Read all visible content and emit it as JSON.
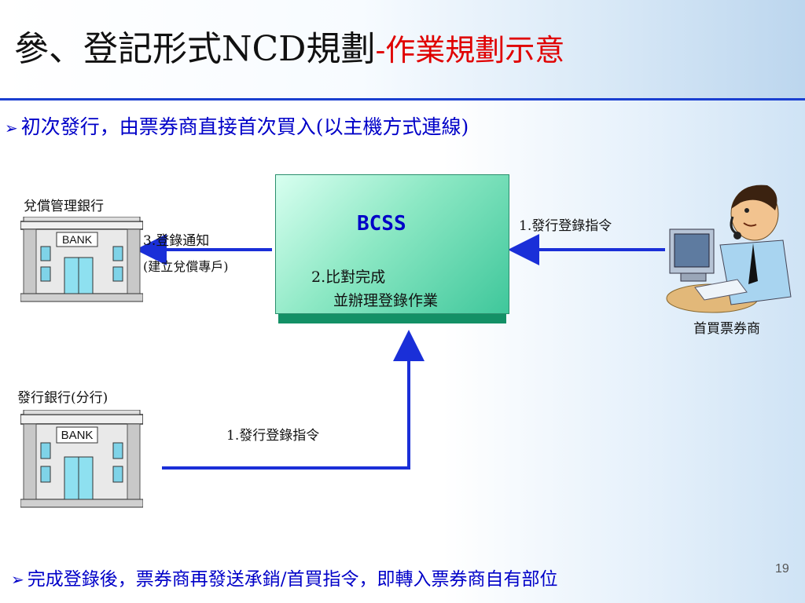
{
  "slide": {
    "title_main": "參、登記形式NCD規劃",
    "title_sub": "-作業規劃示意",
    "bullet_mark": "➢",
    "bullet": "初次發行，由票券商直接首次買入(以主機方式連線)",
    "footer": "完成登錄後，票券商再發送承銷/首買指令，即轉入票券商自有部位",
    "page_number": "19"
  },
  "nodes": {
    "redeem_bank": "兌償管理銀行",
    "issuing_bank": "發行銀行(分行)",
    "bcss": "BCSS",
    "bcss_step": "2.比對完成",
    "bcss_step_detail": "並辦理登錄作業",
    "dealer": "首買票券商",
    "bank_sign": "BANK"
  },
  "edges": {
    "notify": "3.登錄通知",
    "notify_detail": "(建立兌償專戶)",
    "dealer_instruction": "1.發行登錄指令",
    "bank_instruction": "1.發行登錄指令"
  },
  "colors": {
    "arrow": "#1a2fd8",
    "accent_red": "#e00000",
    "blue_text": "#0000c8",
    "bcss_green": "#3fc79b"
  }
}
